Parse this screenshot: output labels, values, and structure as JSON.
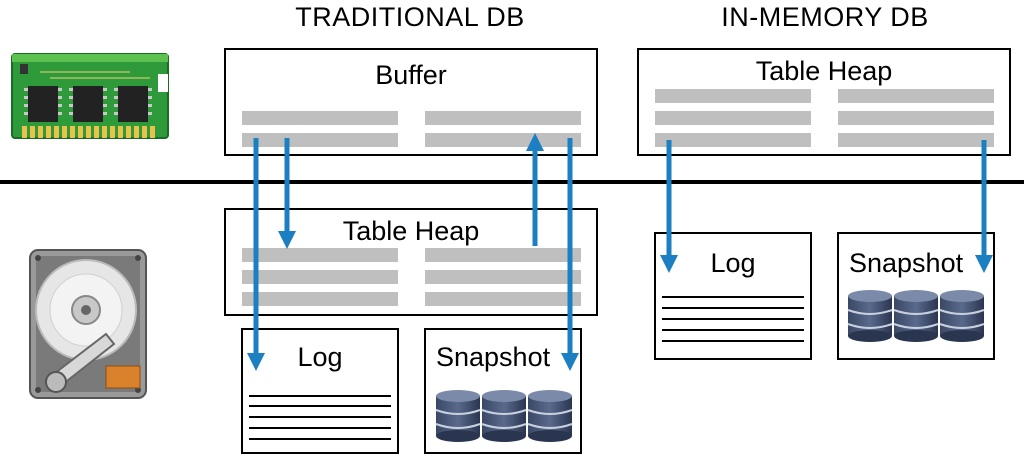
{
  "headings": {
    "traditional": "TRADITIONAL DB",
    "in_memory": "IN-MEMORY DB"
  },
  "traditional": {
    "buffer_label": "Buffer",
    "table_heap_label": "Table Heap",
    "log_label": "Log",
    "snapshot_label": "Snapshot"
  },
  "in_memory": {
    "table_heap_label": "Table Heap",
    "log_label": "Log",
    "snapshot_label": "Snapshot"
  },
  "icons": {
    "memory": "ram-module-icon",
    "disk": "hard-drive-icon",
    "database": "database-icon"
  },
  "colors": {
    "arrow": "#1b7fc1",
    "bar": "#bfbfbf",
    "divider": "#000000"
  }
}
